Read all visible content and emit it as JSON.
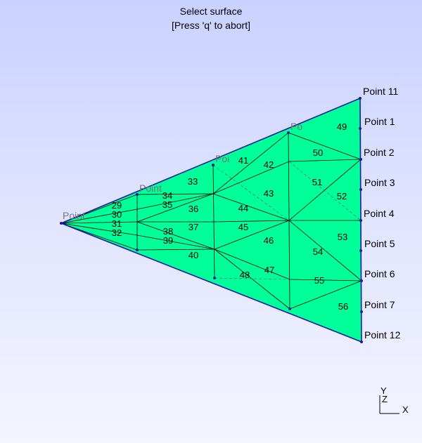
{
  "header": {
    "line1": "Select surface",
    "line2": "[Press 'q' to abort]"
  },
  "colors": {
    "surface_fill": "#00ff99",
    "outline": "#1a1aa8",
    "mesh_line": "#000000",
    "point_label": "#000000",
    "hidden_point_label": "#777777"
  },
  "point_labels": {
    "p11": "Point 11",
    "p1": "Point 1",
    "p2": "Point 2",
    "p3": "Point 3",
    "p4": "Point 4",
    "p5": "Point 5",
    "p6": "Point 6",
    "p7": "Point 7",
    "p12": "Point 12",
    "apex": "Point",
    "upper_a": "Point",
    "upper_b": "Poi",
    "upper_c": "Po"
  },
  "surfaces": [
    "29",
    "30",
    "31",
    "32",
    "33",
    "34",
    "35",
    "36",
    "37",
    "38",
    "39",
    "40",
    "41",
    "42",
    "43",
    "44",
    "45",
    "46",
    "47",
    "48",
    "49",
    "50",
    "51",
    "52",
    "53",
    "54",
    "55",
    "56"
  ],
  "axes": {
    "y": "Y",
    "z": "Z",
    "x": "X"
  }
}
